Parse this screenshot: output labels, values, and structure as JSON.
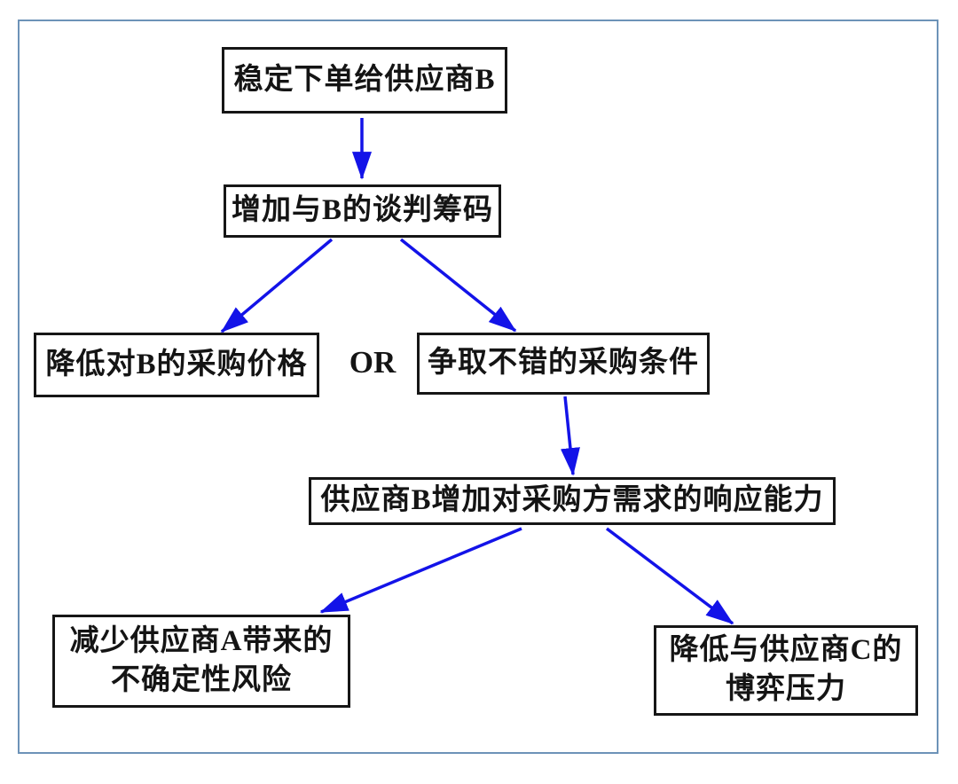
{
  "diagram": {
    "or_label": "OR",
    "colors": {
      "arrow": "#1313e8",
      "frame_border": "#6d93b8",
      "box_border": "#161616",
      "text": "#141414",
      "background": "#ffffff"
    },
    "nodes": [
      {
        "id": "stable-orders",
        "lines": [
          "稳定下单给供应商B"
        ]
      },
      {
        "id": "negotiation-leverage",
        "lines": [
          "增加与B的谈判筹码"
        ]
      },
      {
        "id": "lower-price",
        "lines": [
          "降低对B的采购价格"
        ]
      },
      {
        "id": "good-terms",
        "lines": [
          "争取不错的采购条件"
        ]
      },
      {
        "id": "responsiveness",
        "lines": [
          "供应商B增加对采购方需求的响应能力"
        ]
      },
      {
        "id": "reduce-a-risk",
        "lines": [
          "减少供应商A带来的",
          "不确定性风险"
        ]
      },
      {
        "id": "reduce-c-pressure",
        "lines": [
          "降低与供应商C的",
          "博弈压力"
        ]
      }
    ],
    "edges": [
      {
        "from": "stable-orders",
        "to": "negotiation-leverage"
      },
      {
        "from": "negotiation-leverage",
        "to": "lower-price"
      },
      {
        "from": "negotiation-leverage",
        "to": "good-terms"
      },
      {
        "from": "good-terms",
        "to": "responsiveness"
      },
      {
        "from": "responsiveness",
        "to": "reduce-a-risk"
      },
      {
        "from": "responsiveness",
        "to": "reduce-c-pressure"
      }
    ]
  }
}
